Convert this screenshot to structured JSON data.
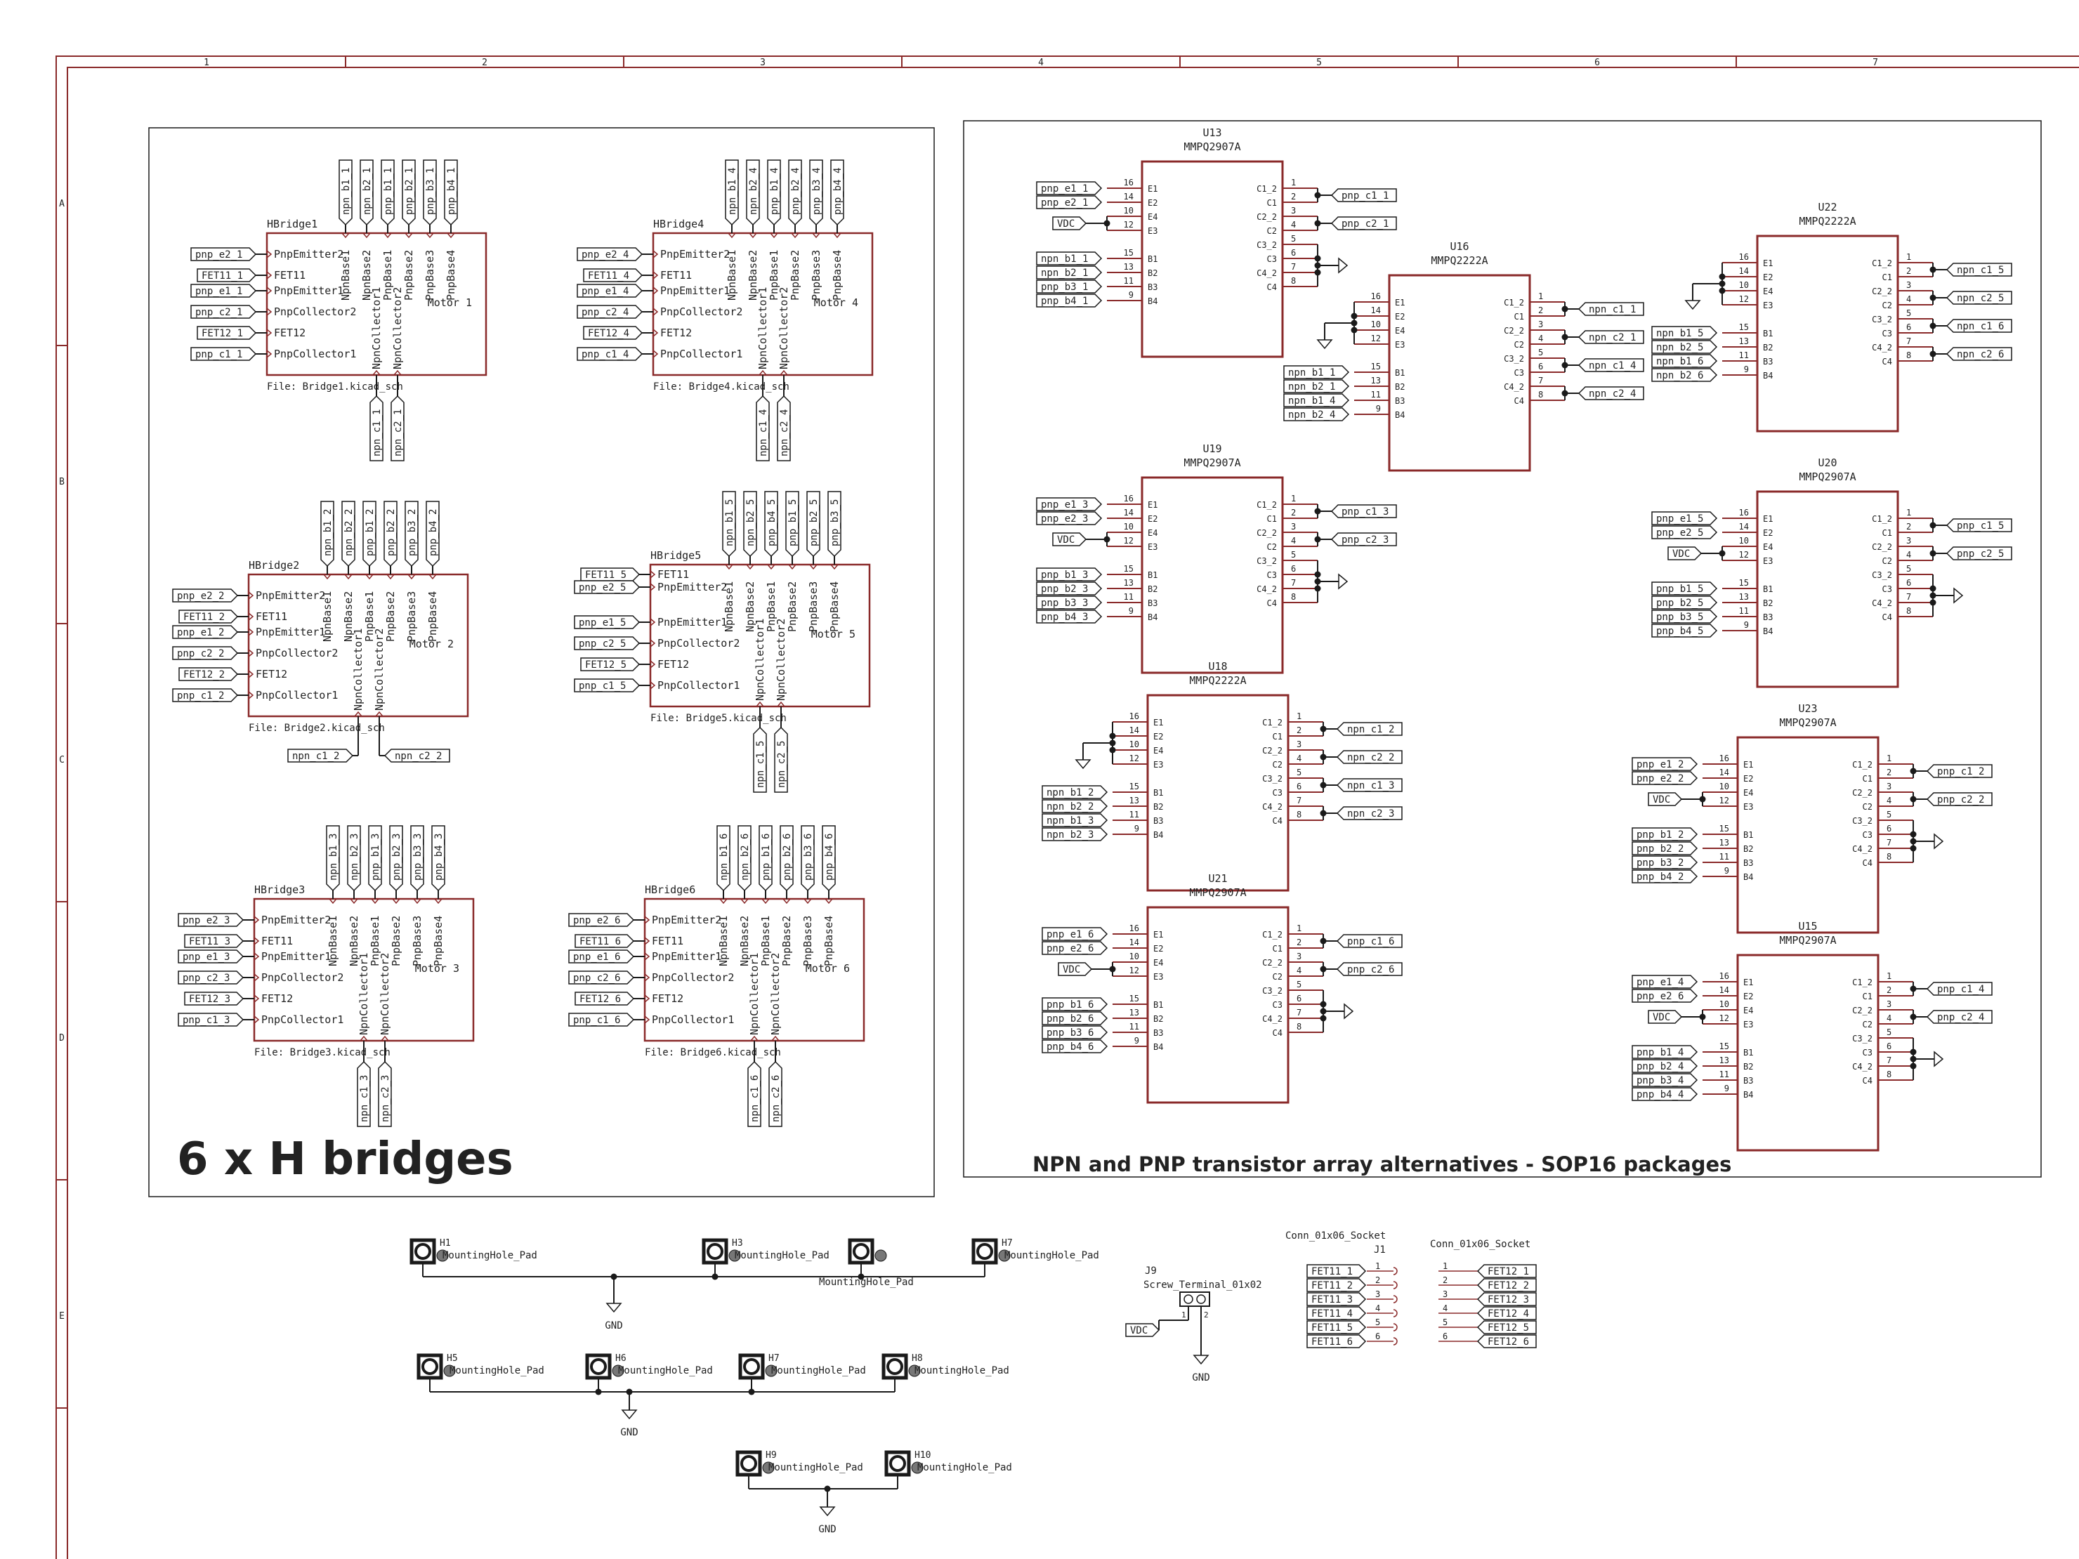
{
  "frame": {
    "columns": [
      "1",
      "2",
      "3",
      "4",
      "5",
      "6",
      "7"
    ],
    "rows": [
      "A",
      "B",
      "C",
      "D",
      "E"
    ]
  },
  "titles": {
    "hbridges": "6 x H bridges",
    "transistors": "NPN and PNP transistor array alternatives - SOP16 packages"
  },
  "hbridges": [
    {
      "ref": "HBridge1",
      "label": "Motor 1",
      "file": "File: Bridge1.kicad_sch",
      "top_nets": [
        "npn_b1_1",
        "npn_b2_1",
        "pnp_b1_1",
        "pnp_b2_1",
        "pnp_b3_1",
        "pnp_b4_1"
      ],
      "left_nets": [
        "pnp_e2_1",
        "FET11_1",
        "pnp_e1_1",
        "pnp_c2_1",
        "FET12_1",
        "pnp_c1_1"
      ],
      "bottom_nets": [
        "npn_c1_1",
        "npn_c2_1"
      ]
    },
    {
      "ref": "HBridge4",
      "label": "Motor 4",
      "file": "File: Bridge4.kicad_sch",
      "top_nets": [
        "npn_b1_4",
        "npn_b2_4",
        "pnp_b1_4",
        "pnp_b2_4",
        "pnp_b3_4",
        "pnp_b4_4"
      ],
      "left_nets": [
        "pnp_e2_4",
        "FET11_4",
        "pnp_e1_4",
        "pnp_c2_4",
        "FET12_4",
        "pnp_c1_4"
      ],
      "bottom_nets": [
        "npn_c1_4",
        "npn_c2_4"
      ]
    },
    {
      "ref": "HBridge2",
      "label": "Motor 2",
      "file": "File: Bridge2.kicad_sch",
      "top_nets": [
        "npn_b1_2",
        "npn_b2_2",
        "pnp_b1_2",
        "pnp_b2_2",
        "pnp_b3_2",
        "pnp_b4_2"
      ],
      "left_nets": [
        "pnp_e2_2",
        "FET11_2",
        "pnp_e1_2",
        "pnp_c2_2",
        "FET12_2",
        "pnp_c1_2"
      ],
      "bottom_nets": [
        "npn_c1_2",
        "npn_c2_2"
      ]
    },
    {
      "ref": "HBridge5",
      "label": "Motor 5",
      "file": "File: Bridge5.kicad_sch",
      "top_nets": [
        "npn_b1_5",
        "npn_b2_5",
        "pnp_b4_5",
        "pnp_b1_5",
        "pnp_b2_5",
        "pnp_b3_5"
      ],
      "left_nets": [
        "FET11_5",
        "pnp_e2_5",
        "pnp_e1_5",
        "pnp_c2_5",
        "FET12_5",
        "pnp_c1_5"
      ],
      "bottom_nets": [
        "npn_c1_5",
        "npn_c2_5"
      ]
    },
    {
      "ref": "HBridge3",
      "label": "Motor 3",
      "file": "File: Bridge3.kicad_sch",
      "top_nets": [
        "npn_b1_3",
        "npn_b2_3",
        "pnp_b1_3",
        "pnp_b2_3",
        "pnp_b3_3",
        "pnp_b4_3"
      ],
      "left_nets": [
        "pnp_e2_3",
        "FET11_3",
        "pnp_e1_3",
        "pnp_c2_3",
        "FET12_3",
        "pnp_c1_3"
      ],
      "bottom_nets": [
        "npn_c1_3",
        "npn_c2_3"
      ]
    },
    {
      "ref": "HBridge6",
      "label": "Motor 6",
      "file": "File: Bridge6.kicad_sch",
      "top_nets": [
        "npn_b1_6",
        "npn_b2_6",
        "pnp_b1_6",
        "pnp_b2_6",
        "pnp_b3_6",
        "pnp_b4_6"
      ],
      "left_nets": [
        "pnp_e2_6",
        "FET11_6",
        "pnp_e1_6",
        "pnp_c2_6",
        "FET12_6",
        "pnp_c1_6"
      ],
      "bottom_nets": [
        "npn_c1_6",
        "npn_c2_6"
      ]
    }
  ],
  "sheet_pins": {
    "left": [
      "PnpEmitter2",
      "FET11",
      "PnpEmitter1",
      "PnpCollector2",
      "FET12",
      "PnpCollector1"
    ],
    "left_b5": [
      "FET11",
      "PnpEmitter2",
      "PnpEmitter1",
      "PnpCollector2",
      "FET12",
      "PnpCollector1"
    ],
    "top": [
      "NpnBase1",
      "NpnBase2",
      "PnpBase1",
      "PnpBase2",
      "PnpBase3",
      "PnpBase4"
    ],
    "bottom": [
      "NpnCollector1",
      "NpnCollector2"
    ]
  },
  "ic_pins": {
    "left_numbers": [
      "16",
      "14",
      "10",
      "12",
      "15",
      "13",
      "11",
      "9"
    ],
    "left_names": [
      "E1",
      "E2",
      "E4",
      "E3",
      "B1",
      "B2",
      "B3",
      "B4"
    ],
    "right_numbers": [
      "1",
      "2",
      "3",
      "4",
      "5",
      "6",
      "7",
      "8"
    ],
    "right_names": [
      "C1_2",
      "C1",
      "C2_2",
      "C2",
      "C3_2",
      "C3",
      "C4_2",
      "C4"
    ]
  },
  "ics": [
    {
      "ref": "U13",
      "value": "MMPQ2907A",
      "kind": "pnp",
      "left_nets": [
        "pnp_e1_1",
        "pnp_e2_1",
        "VDC",
        "npn_b1_1",
        "npn_b2_1",
        "pnp_b3_1",
        "pnp_b4_1"
      ],
      "right_nets": [
        "pnp_c1_1",
        "pnp_c2_1"
      ]
    },
    {
      "ref": "U16",
      "value": "MMPQ2222A",
      "kind": "npn",
      "left_nets": [
        "npn_b1_1",
        "npn_b2_1",
        "npn_b1_4",
        "npn_b2_4"
      ],
      "right_nets": [
        "npn_c1_1",
        "npn_c2_1",
        "npn_c1_4",
        "npn_c2_4"
      ]
    },
    {
      "ref": "U22",
      "value": "MMPQ2222A",
      "kind": "npn",
      "left_nets": [
        "npn_b1_5",
        "npn_b2_5",
        "npn_b1_6",
        "npn_b2_6"
      ],
      "right_nets": [
        "npn_c1_5",
        "npn_c2_5",
        "npn_c1_6",
        "npn_c2_6"
      ]
    },
    {
      "ref": "U19",
      "value": "MMPQ2907A",
      "kind": "pnp",
      "left_nets": [
        "pnp_e1_3",
        "pnp_e2_3",
        "VDC",
        "pnp_b1_3",
        "pnp_b2_3",
        "pnp_b3_3",
        "pnp_b4_3"
      ],
      "right_nets": [
        "pnp_c1_3",
        "pnp_c2_3"
      ]
    },
    {
      "ref": "U20",
      "value": "MMPQ2907A",
      "kind": "pnp",
      "left_nets": [
        "pnp_e1_5",
        "pnp_e2_5",
        "VDC",
        "pnp_b1_5",
        "pnp_b2_5",
        "pnp_b3_5",
        "pnp_b4_5"
      ],
      "right_nets": [
        "pnp_c1_5",
        "pnp_c2_5"
      ]
    },
    {
      "ref": "U18",
      "value": "MMPQ2222A",
      "kind": "npn",
      "left_nets": [
        "npn_b1_2",
        "npn_b2_2",
        "npn_b1_3",
        "npn_b2_3"
      ],
      "right_nets": [
        "npn_c1_2",
        "npn_c2_2",
        "npn_c1_3",
        "npn_c2_3"
      ]
    },
    {
      "ref": "U23",
      "value": "MMPQ2907A",
      "kind": "pnp",
      "left_nets": [
        "pnp_e1_2",
        "pnp_e2_2",
        "VDC",
        "pnp_b1_2",
        "pnp_b2_2",
        "pnp_b3_2",
        "pnp_b4_2"
      ],
      "right_nets": [
        "pnp_c1_2",
        "pnp_c2_2"
      ]
    },
    {
      "ref": "U21",
      "value": "MMPQ2907A",
      "kind": "pnp",
      "left_nets": [
        "pnp_e1_6",
        "pnp_e2_6",
        "VDC",
        "pnp_b1_6",
        "pnp_b2_6",
        "pnp_b3_6",
        "pnp_b4_6"
      ],
      "right_nets": [
        "pnp_c1_6",
        "pnp_c2_6"
      ]
    },
    {
      "ref": "U15",
      "value": "MMPQ2907A",
      "kind": "pnp",
      "left_nets": [
        "pnp_e1_4",
        "pnp_e2_6",
        "VDC",
        "pnp_b1_4",
        "pnp_b2_4",
        "pnp_b3_4",
        "pnp_b4_4"
      ],
      "right_nets": [
        "pnp_c1_4",
        "pnp_c2_4"
      ]
    }
  ],
  "mounting": {
    "holes": [
      {
        "ref": "H1",
        "value": "MountingHole_Pad"
      },
      {
        "ref": "H3",
        "value": "MountingHole_Pad"
      },
      {
        "ref": "",
        "value": "MountingHole_Pad"
      },
      {
        "ref": "H7",
        "value": "MountingHole_Pad"
      },
      {
        "ref": "H5",
        "value": "MountingHole_Pad"
      },
      {
        "ref": "H6",
        "value": "MountingHole_Pad"
      },
      {
        "ref": "H7",
        "value": "MountingHole_Pad"
      },
      {
        "ref": "H8",
        "value": "MountingHole_Pad"
      },
      {
        "ref": "H9",
        "value": "MountingHole_Pad"
      },
      {
        "ref": "H10",
        "value": "MountingHole_Pad"
      }
    ],
    "gnd": "GND"
  },
  "terminal": {
    "ref": "J9",
    "value": "Screw_Terminal_01x02",
    "net": "VDC",
    "pins": [
      "1",
      "2"
    ],
    "gnd": "GND"
  },
  "connectors": [
    {
      "ref": "J1",
      "value": "Conn_01x06_Socket",
      "nets": [
        "FET11_1",
        "FET11_2",
        "FET11_3",
        "FET11_4",
        "FET11_5",
        "FET11_6"
      ]
    },
    {
      "ref": "",
      "value": "Conn_01x06_Socket",
      "nets": [
        "FET12_1",
        "FET12_2",
        "FET12_3",
        "FET12_4",
        "FET12_5",
        "FET12_6"
      ]
    }
  ],
  "conn_pins": [
    "1",
    "2",
    "3",
    "4",
    "5",
    "6"
  ]
}
